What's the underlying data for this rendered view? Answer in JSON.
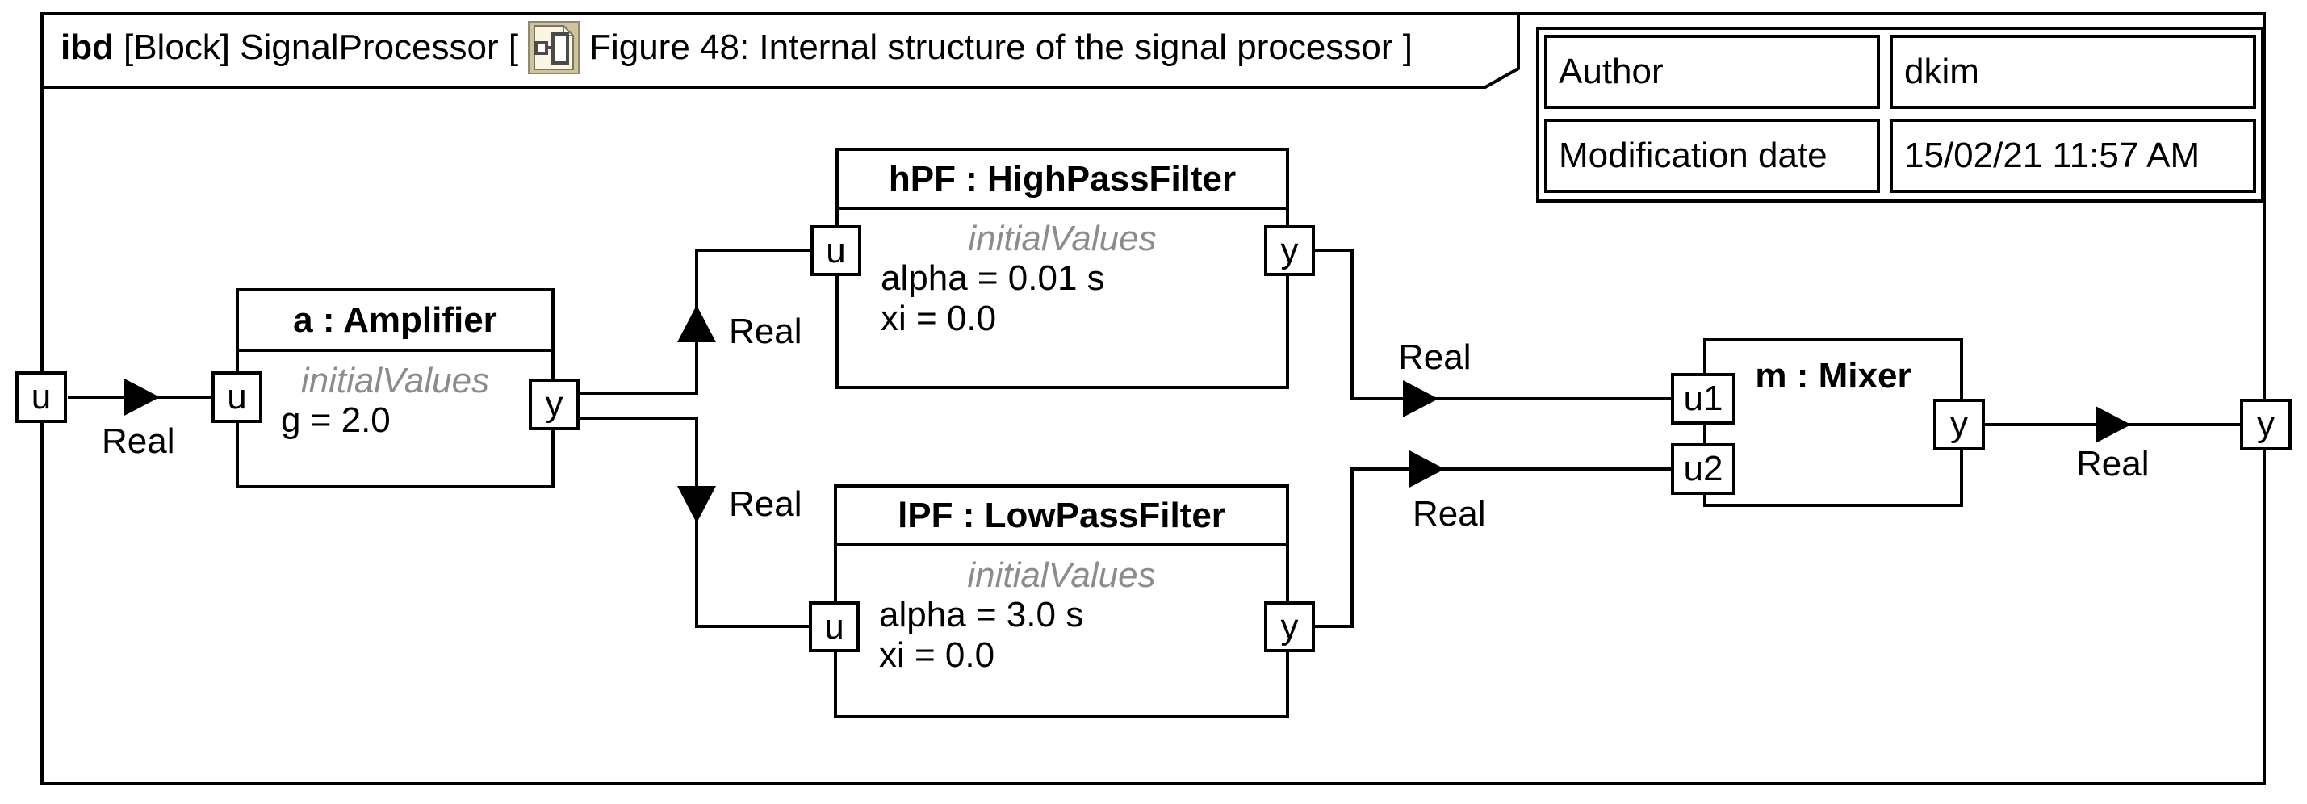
{
  "frame": {
    "title": {
      "keyword": "ibd",
      "middle": "[Block] SignalProcessor [",
      "tail": "Figure 48: Internal structure of the signal processor ]"
    }
  },
  "info_table": {
    "rows": [
      {
        "label": "Author",
        "value": "dkim"
      },
      {
        "label": "Modification date",
        "value": "15/02/21 11:57 AM"
      }
    ]
  },
  "parts": {
    "amplifier": {
      "title": "a : Amplifier",
      "stereotype": "initialValues",
      "lines": [
        "g = 2.0"
      ]
    },
    "hpf": {
      "title": "hPF : HighPassFilter",
      "stereotype": "initialValues",
      "lines": [
        "alpha = 0.01 s",
        "xi = 0.0"
      ]
    },
    "lpf": {
      "title": "lPF : LowPassFilter",
      "stereotype": "initialValues",
      "lines": [
        "alpha = 3.0 s",
        "xi = 0.0"
      ]
    },
    "mixer": {
      "title": "m : Mixer"
    }
  },
  "ports": {
    "boundary_in": "u",
    "amp_u": "u",
    "amp_y": "y",
    "hpf_u": "u",
    "hpf_y": "y",
    "lpf_u": "u",
    "lpf_y": "y",
    "mixer_u1": "u1",
    "mixer_u2": "u2",
    "mixer_y": "y",
    "boundary_out": "y"
  },
  "connectors": {
    "in": "Real",
    "amp_hpf": "Real",
    "amp_lpf": "Real",
    "hpf_mixer": "Real",
    "lpf_mixer": "Real",
    "out": "Real"
  },
  "colors": {
    "line": "#000000",
    "stereotype_gray": "#8c8c8c",
    "icon_tan": "#d0c29a",
    "icon_page": "#fbf6e3"
  }
}
